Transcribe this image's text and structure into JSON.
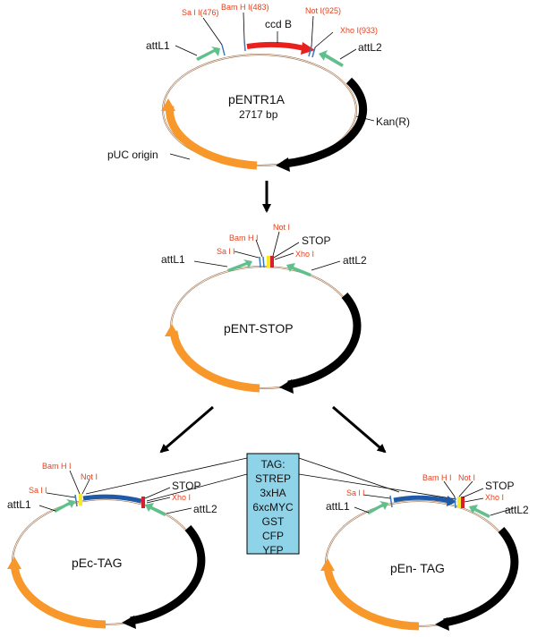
{
  "colors": {
    "backbone": "#a0704a",
    "ori": "#f8982a",
    "kan": "#000000",
    "att": "#5fc08c",
    "ccdb": "#e8201e",
    "tag_orf": "#1f5aa8",
    "site_text": "#e8401e",
    "stop_red": "#d81e2a",
    "stop_yellow": "#f5ea2a",
    "tag_box": "#8ed3e8",
    "site_mark": "#3a78b8"
  },
  "plasmid_top": {
    "name": "pENTR1A",
    "size": "2717 bp",
    "features": {
      "attL1": "attL1",
      "attL2": "attL2",
      "ccdB": "ccd B",
      "kan": "Kan(R)",
      "ori": "pUC origin"
    },
    "sites": {
      "sal": "Sa l I(476)",
      "bam": "Bam H I(483)",
      "not": "Not I(925)",
      "xho": "Xho I(933)"
    }
  },
  "plasmid_mid": {
    "name": "pENT-STOP",
    "features": {
      "attL1": "attL1",
      "attL2": "attL2",
      "stop": "STOP"
    },
    "sites": {
      "sal": "Sa l I",
      "bam": "Bam H I",
      "not": "Not I",
      "xho": "Xho I"
    }
  },
  "plasmid_left": {
    "name": "pEc-TAG",
    "features": {
      "attL1": "attL1",
      "attL2": "attL2",
      "stop": "STOP"
    },
    "sites": {
      "sal": "Sa l I",
      "bam": "Bam H I",
      "not": "Not I",
      "xho": "Xho I"
    }
  },
  "plasmid_right": {
    "name": "pEn- TAG",
    "features": {
      "attL1": "attL1",
      "attL2": "attL2",
      "stop": "STOP"
    },
    "sites": {
      "sal": "Sa l I",
      "bam": "Bam H I",
      "not": "Not I",
      "xho": "Xho I"
    }
  },
  "tag_box": {
    "title": "TAG:",
    "items": [
      "STREP",
      "3xHA",
      "6xcMYC",
      "GST",
      "CFP",
      "YFP"
    ]
  }
}
